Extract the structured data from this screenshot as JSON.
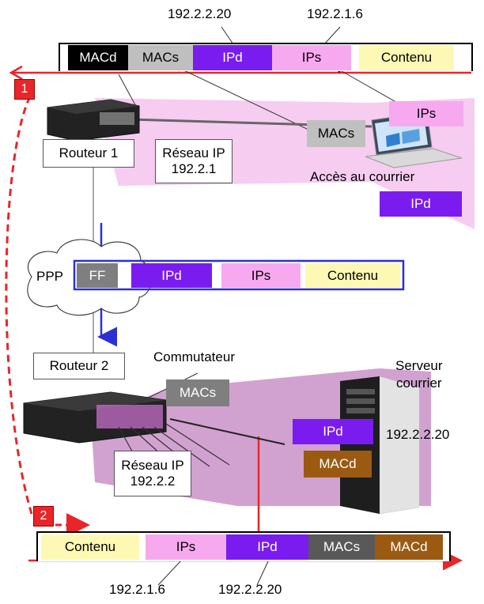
{
  "top_frame": {
    "ip_dest_label": "192.2.2.20",
    "ip_src_label": "192.2.1.6",
    "fields": [
      "MACd",
      "MACs",
      "IPd",
      "IPs",
      "Contenu"
    ]
  },
  "step1": "1",
  "step2": "2",
  "router1": "Routeur 1",
  "network1": {
    "line1": "Réseau IP",
    "line2": "192.2.1"
  },
  "laptop": {
    "macs": "MACs",
    "ips": "IPs",
    "ipd": "IPd",
    "caption": "Accès au courrier"
  },
  "ppp": {
    "cloud": "PPP",
    "fields": [
      "FF",
      "IPd",
      "IPs",
      "Contenu"
    ]
  },
  "router2": "Routeur 2",
  "switch_label": "Commutateur",
  "switch_macs": "MACs",
  "server": {
    "title_line1": "Serveur",
    "title_line2": "courrier",
    "ipd": "IPd",
    "macd": "MACd",
    "ip": "192.2.2.20"
  },
  "network2": {
    "line1": "Réseau IP",
    "line2": "192.2.2"
  },
  "bottom_frame": {
    "fields": [
      "Contenu",
      "IPs",
      "IPd",
      "MACs",
      "MACd"
    ],
    "ip_src_label": "192.2.1.6",
    "ip_dest_label": "192.2.2.20"
  },
  "colors": {
    "black": "#000000",
    "grey": "#bfbfbf",
    "dark_grey": "#7f7f7f",
    "purple": "#7a1cf0",
    "pink": "#f7a9f0",
    "yellow": "#fdf9b4",
    "brown": "#9b5a12",
    "red": "#e8262a",
    "blue": "#2b2fd6",
    "shade_pink": "#f5c6ef",
    "shade_purple": "#c992c8"
  }
}
